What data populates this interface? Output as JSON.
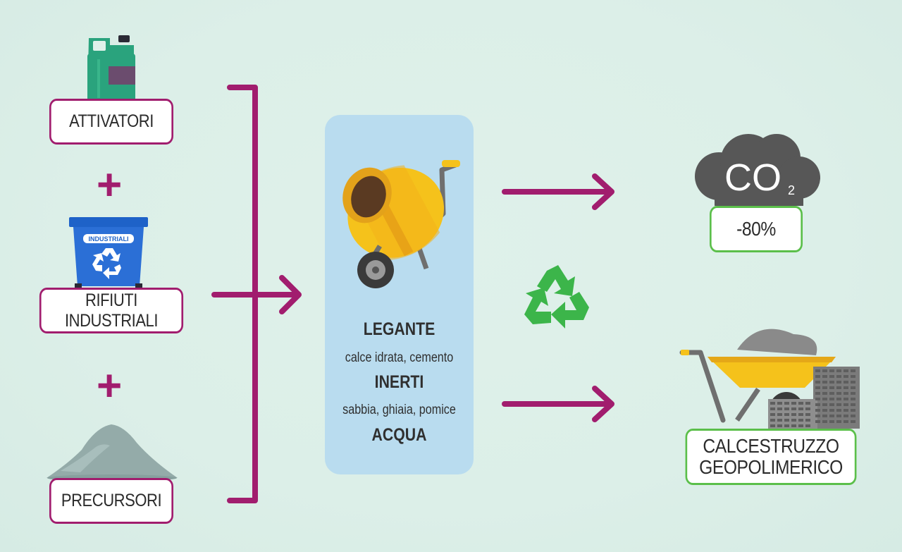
{
  "inputs": {
    "attivatori": "ATTIVATORI",
    "rifiuti": "RIFIUTI INDUSTRIALI",
    "precursori": "PRECURSORI",
    "bin_label": "INDUSTRIALI",
    "plus": "+"
  },
  "mix": {
    "legante_title": "LEGANTE",
    "legante_items": "calce idrata, cemento",
    "inerti_title": "INERTI",
    "inerti_items": "sabbia, ghiaia, pomice",
    "acqua_title": "ACQUA"
  },
  "outputs": {
    "co2_symbol": "CO",
    "co2_subscript": "2",
    "co2_reduction": "-80%",
    "product_line1": "CALCESTRUZZO",
    "product_line2": "GEOPOLIMERICO"
  },
  "colors": {
    "accent_magenta": "#a11d6e",
    "accent_green": "#5bbf4a",
    "panel_blue": "#b9dcef",
    "mixer_yellow": "#f5c21b"
  },
  "icons": [
    "canister-icon",
    "recycle-bin-icon",
    "powder-pile-icon",
    "cement-mixer-icon",
    "recycle-icon",
    "co2-cloud-icon",
    "wheelbarrow-icon",
    "bricks-icon"
  ]
}
